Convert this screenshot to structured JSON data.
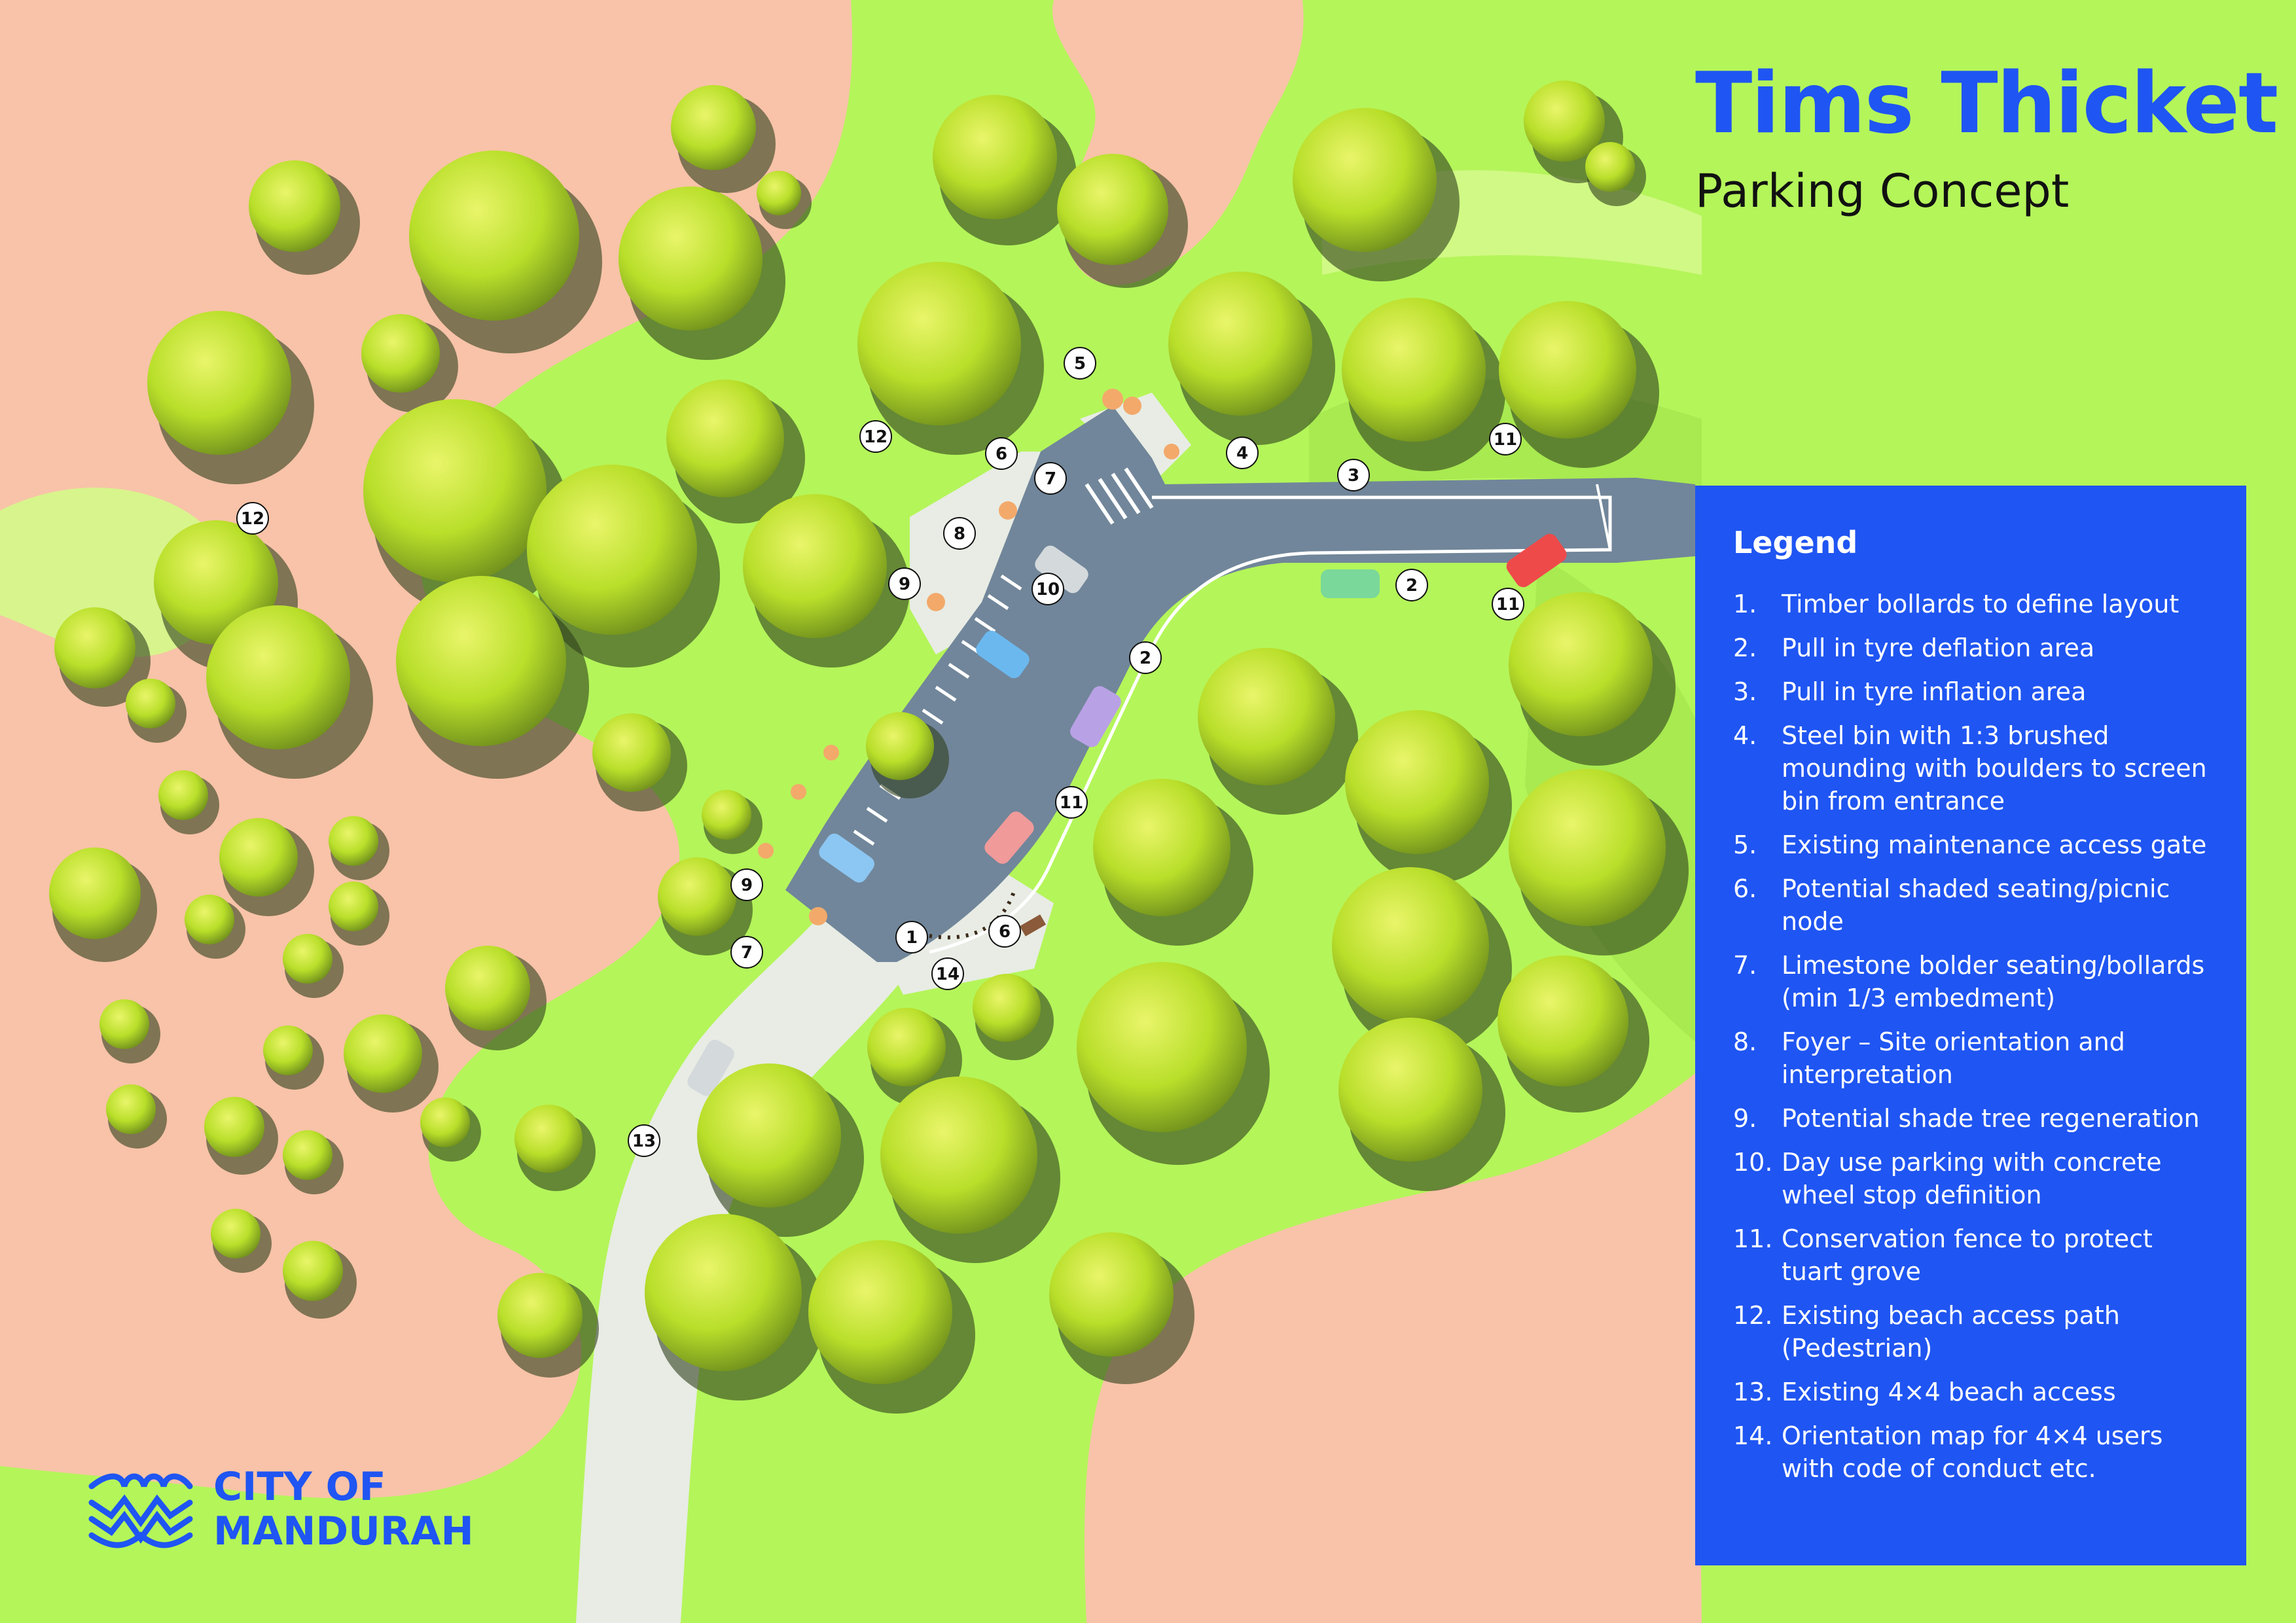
{
  "title": "Tims Thicket",
  "subtitle": "Parking Concept",
  "legend": {
    "heading": "Legend",
    "items": [
      {
        "num": "1.",
        "text": "Timber bollards to define layout"
      },
      {
        "num": "2.",
        "text": "Pull in tyre deflation area"
      },
      {
        "num": "3.",
        "text": "Pull in tyre inflation area"
      },
      {
        "num": "4.",
        "text": "Steel bin with 1:3 brushed mounding with boulders to screen bin from entrance"
      },
      {
        "num": "5.",
        "text": "Existing maintenance access gate"
      },
      {
        "num": "6.",
        "text": "Potential shaded seating/picnic node"
      },
      {
        "num": "7.",
        "text": "Limestone bolder seating/bollards (min 1/3 embedment)"
      },
      {
        "num": "8.",
        "text": "Foyer – Site orientation and interpretation"
      },
      {
        "num": "9.",
        "text": "Potential shade tree regeneration"
      },
      {
        "num": "10.",
        "text": "Day use parking with concrete wheel stop definition"
      },
      {
        "num": "11.",
        "text": "Conservation fence to protect tuart grove"
      },
      {
        "num": "12.",
        "text": "Existing beach access path (Pedestrian)"
      },
      {
        "num": "13.",
        "text": "Existing 4×4 beach access"
      },
      {
        "num": "14.",
        "text": "Orientation map for 4×4 users with code of conduct etc."
      }
    ]
  },
  "markers": [
    "5",
    "12",
    "6",
    "7",
    "4",
    "3",
    "11",
    "12",
    "8",
    "9",
    "10",
    "2",
    "2",
    "11",
    "11",
    "9",
    "7",
    "1",
    "6",
    "14",
    "13"
  ],
  "logo": {
    "line1": "CITY OF",
    "line2": "MANDURAH"
  },
  "colors": {
    "grass": "#b4f55a",
    "sand": "#f8c3a8",
    "road": "#71869a",
    "path": "#e8ece4",
    "tree": "#c4e830",
    "accent_blue": "#1f55f2"
  }
}
